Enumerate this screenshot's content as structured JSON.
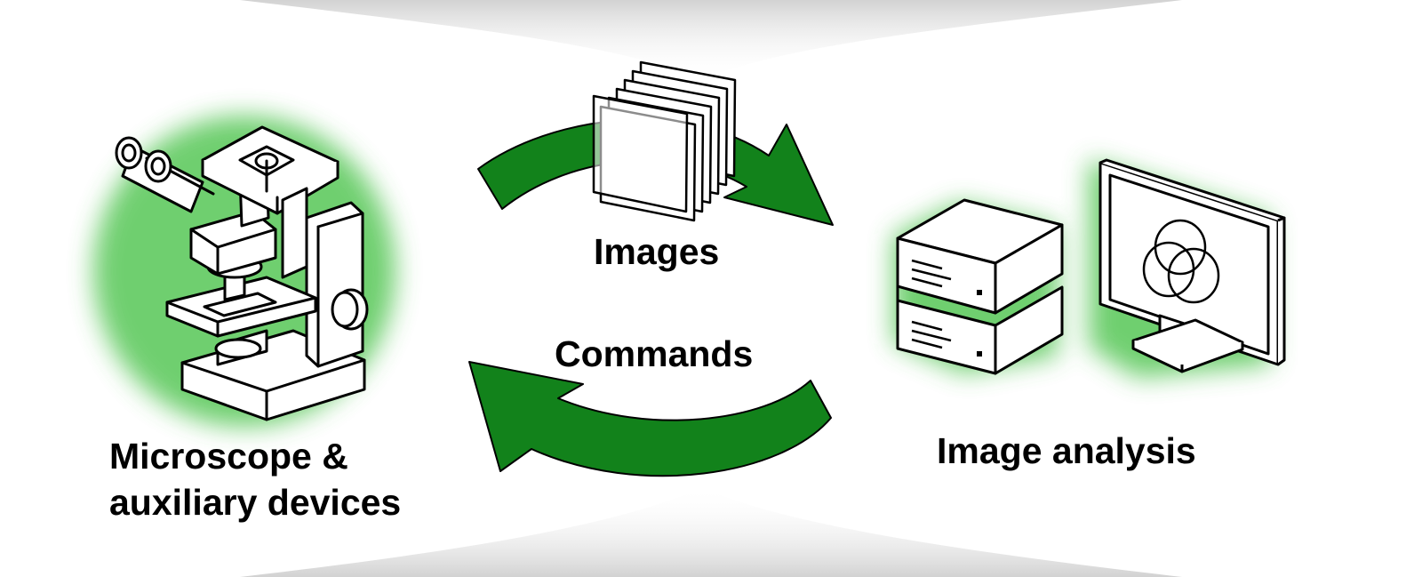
{
  "labels": {
    "images": "Images",
    "commands": "Commands",
    "microscope_line1": "Microscope &",
    "microscope_line2": "auxiliary devices",
    "image_analysis": "Image analysis"
  },
  "nodes": [
    {
      "id": "microscope",
      "icon": "microscope-icon"
    },
    {
      "id": "image-analysis",
      "icons": [
        "server-icon",
        "monitor-icon"
      ]
    }
  ],
  "flows": [
    {
      "label": "Images",
      "from": "microscope",
      "to": "image-analysis",
      "icon": "image-stack-icon"
    },
    {
      "label": "Commands",
      "from": "image-analysis",
      "to": "microscope"
    }
  ],
  "colors": {
    "arrow": "#12821b",
    "glow": "#3fbf3f",
    "outline": "#000000",
    "background": "#ffffff"
  }
}
